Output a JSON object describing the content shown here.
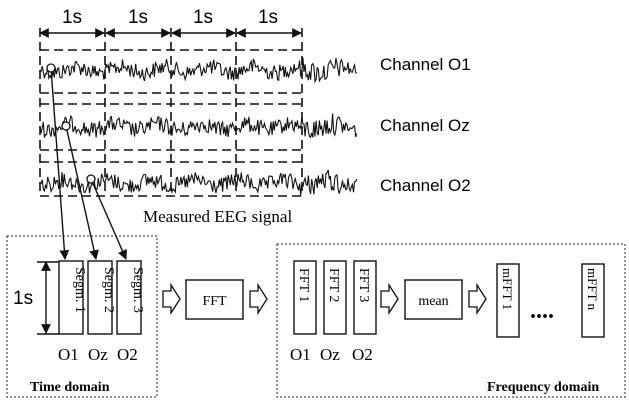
{
  "timing": {
    "seconds": [
      "1s",
      "1s",
      "1s",
      "1s"
    ],
    "vertical_label": "1s"
  },
  "channels": [
    {
      "label": "Channel O1"
    },
    {
      "label": "Channel Oz"
    },
    {
      "label": "Channel O2"
    }
  ],
  "signal_label": "Measured EEG signal",
  "time_domain": {
    "title": "Time domain",
    "segments": [
      "Segm. 1",
      "Segm. 2",
      "Segm. 3"
    ],
    "channel_labels": [
      "O1",
      "Oz",
      "O2"
    ]
  },
  "fft_label": "FFT",
  "frequency_domain": {
    "title": "Frequency domain",
    "ffts": [
      "FFT 1",
      "FFT 2",
      "FFT 3"
    ],
    "channel_labels": [
      "O1",
      "Oz",
      "O2"
    ],
    "mean_label": "mean",
    "mffts": [
      "mFFT 1",
      "mFFT n"
    ],
    "ellipsis": "...."
  }
}
